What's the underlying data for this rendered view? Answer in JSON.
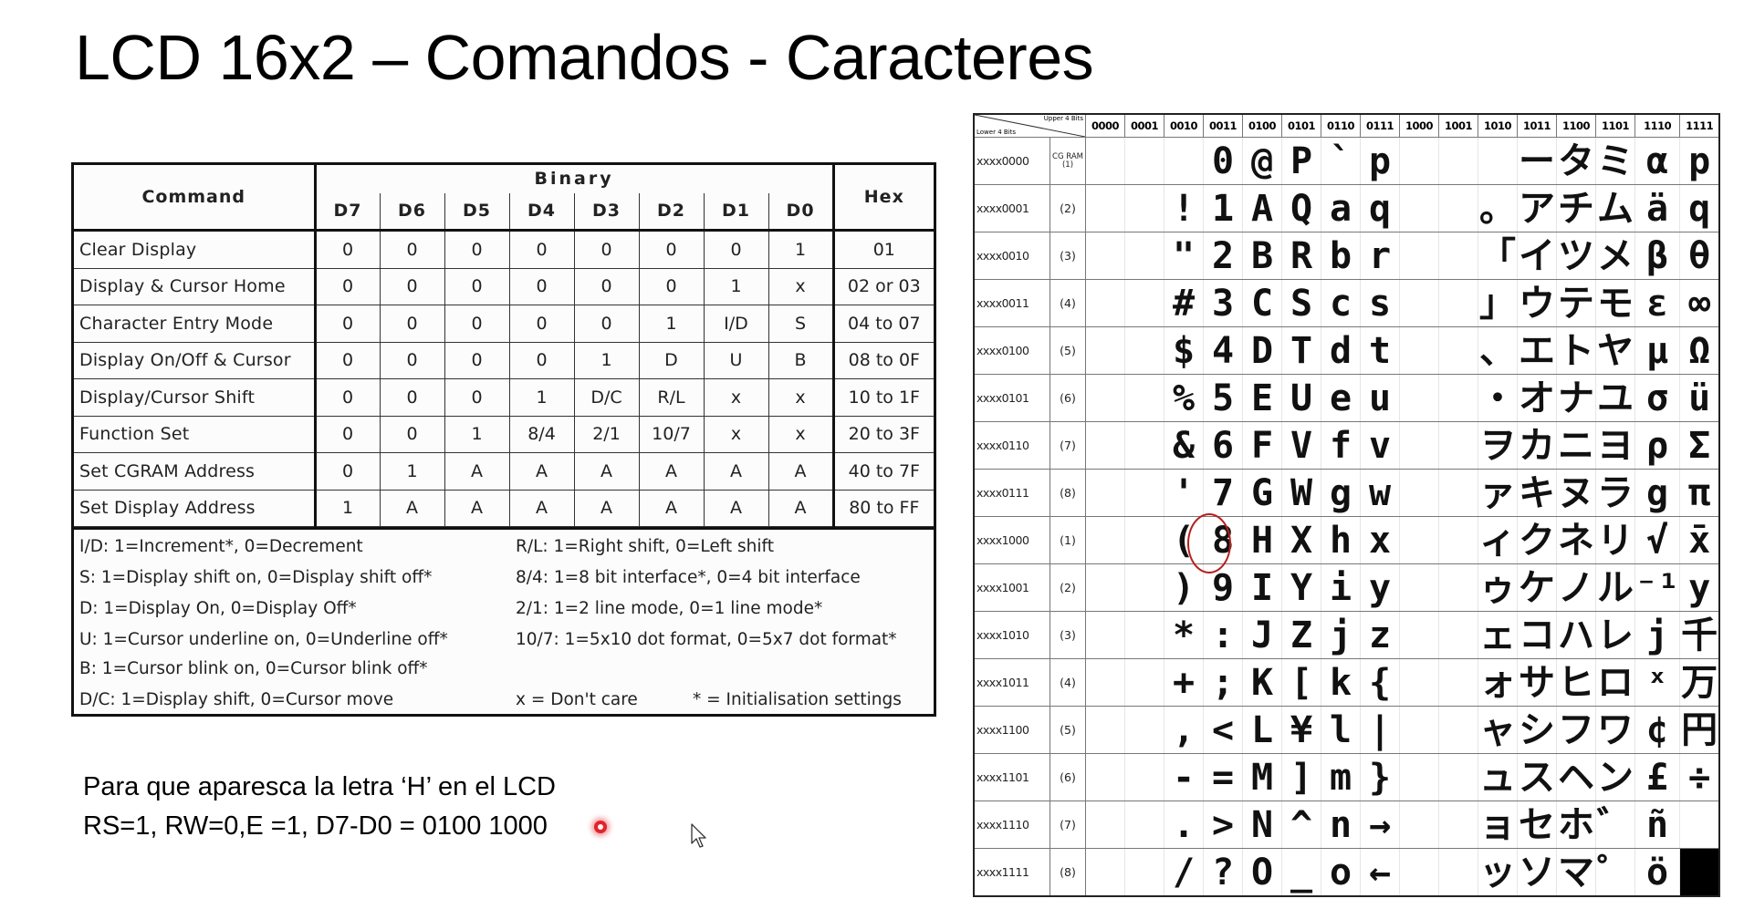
{
  "title": "LCD 16x2 – Comandos - Caracteres",
  "commands_table": {
    "header_command": "Command",
    "header_binary": "Binary",
    "header_hex": "Hex",
    "bits": [
      "D7",
      "D6",
      "D5",
      "D4",
      "D3",
      "D2",
      "D1",
      "D0"
    ],
    "rows": [
      {
        "name": "Clear Display",
        "bits": [
          "0",
          "0",
          "0",
          "0",
          "0",
          "0",
          "0",
          "1"
        ],
        "hex": "01"
      },
      {
        "name": "Display & Cursor Home",
        "bits": [
          "0",
          "0",
          "0",
          "0",
          "0",
          "0",
          "1",
          "x"
        ],
        "hex": "02 or 03"
      },
      {
        "name": "Character Entry Mode",
        "bits": [
          "0",
          "0",
          "0",
          "0",
          "0",
          "1",
          "I/D",
          "S"
        ],
        "hex": "04 to 07"
      },
      {
        "name": "Display On/Off & Cursor",
        "bits": [
          "0",
          "0",
          "0",
          "0",
          "1",
          "D",
          "U",
          "B"
        ],
        "hex": "08 to 0F"
      },
      {
        "name": "Display/Cursor Shift",
        "bits": [
          "0",
          "0",
          "0",
          "1",
          "D/C",
          "R/L",
          "x",
          "x"
        ],
        "hex": "10 to 1F"
      },
      {
        "name": "Function Set",
        "bits": [
          "0",
          "0",
          "1",
          "8/4",
          "2/1",
          "10/7",
          "x",
          "x"
        ],
        "hex": "20 to 3F"
      },
      {
        "name": "Set CGRAM Address",
        "bits": [
          "0",
          "1",
          "A",
          "A",
          "A",
          "A",
          "A",
          "A"
        ],
        "hex": "40 to 7F"
      },
      {
        "name": "Set Display Address",
        "bits": [
          "1",
          "A",
          "A",
          "A",
          "A",
          "A",
          "A",
          "A"
        ],
        "hex": "80 to FF"
      }
    ],
    "notes_left": [
      "I/D: 1=Increment*, 0=Decrement",
      "S: 1=Display shift on, 0=Display shift off*",
      "D: 1=Display On, 0=Display Off*",
      "U: 1=Cursor underline on, 0=Underline off*",
      "B: 1=Cursor blink on, 0=Cursor blink off*",
      "D/C: 1=Display shift, 0=Cursor move"
    ],
    "notes_right": [
      "R/L: 1=Right shift, 0=Left shift",
      "8/4: 1=8 bit interface*, 0=4 bit interface",
      "2/1: 1=2 line mode, 0=1 line mode*",
      "10/7: 1=5x10 dot format, 0=5x7 dot format*"
    ],
    "note_dont_care": "x = Don't care",
    "note_init": "* = Initialisation settings"
  },
  "caption": {
    "line1": "Para que aparesca  la letra ‘H’ en el LCD",
    "line2": "RS=1, RW=0,E =1, D7-D0 = 0100 1000"
  },
  "char_table": {
    "corner_upper": "Upper 4 Bits",
    "corner_lower": "Lower 4 Bits",
    "cgram_label": "CG RAM (1)",
    "columns": [
      "0000",
      "0001",
      "0010",
      "0011",
      "0100",
      "0101",
      "0110",
      "0111",
      "1000",
      "1001",
      "1010",
      "1011",
      "1100",
      "1101",
      "1110",
      "1111"
    ],
    "rows": [
      {
        "label": "xxxx0000",
        "ram": "",
        "chars": [
          "",
          "",
          "",
          "0",
          "@",
          "P",
          "`",
          "p",
          "",
          "",
          "",
          "ー",
          "タ",
          "ミ",
          "α",
          "p"
        ]
      },
      {
        "label": "xxxx0001",
        "ram": "(2)",
        "chars": [
          "",
          "",
          "!",
          "1",
          "A",
          "Q",
          "a",
          "q",
          "",
          "",
          "。",
          "ア",
          "チ",
          "ム",
          "ä",
          "q"
        ]
      },
      {
        "label": "xxxx0010",
        "ram": "(3)",
        "chars": [
          "",
          "",
          "\"",
          "2",
          "B",
          "R",
          "b",
          "r",
          "",
          "",
          "「",
          "イ",
          "ツ",
          "メ",
          "β",
          "θ"
        ]
      },
      {
        "label": "xxxx0011",
        "ram": "(4)",
        "chars": [
          "",
          "",
          "#",
          "3",
          "C",
          "S",
          "c",
          "s",
          "",
          "",
          "」",
          "ウ",
          "テ",
          "モ",
          "ε",
          "∞"
        ]
      },
      {
        "label": "xxxx0100",
        "ram": "(5)",
        "chars": [
          "",
          "",
          "$",
          "4",
          "D",
          "T",
          "d",
          "t",
          "",
          "",
          "、",
          "エ",
          "ト",
          "ヤ",
          "μ",
          "Ω"
        ]
      },
      {
        "label": "xxxx0101",
        "ram": "(6)",
        "chars": [
          "",
          "",
          "%",
          "5",
          "E",
          "U",
          "e",
          "u",
          "",
          "",
          "・",
          "オ",
          "ナ",
          "ユ",
          "σ",
          "ü"
        ]
      },
      {
        "label": "xxxx0110",
        "ram": "(7)",
        "chars": [
          "",
          "",
          "&",
          "6",
          "F",
          "V",
          "f",
          "v",
          "",
          "",
          "ヲ",
          "カ",
          "ニ",
          "ヨ",
          "ρ",
          "Σ"
        ]
      },
      {
        "label": "xxxx0111",
        "ram": "(8)",
        "chars": [
          "",
          "",
          "'",
          "7",
          "G",
          "W",
          "g",
          "w",
          "",
          "",
          "ァ",
          "キ",
          "ヌ",
          "ラ",
          "g",
          "π"
        ]
      },
      {
        "label": "xxxx1000",
        "ram": "(1)",
        "chars": [
          "",
          "",
          "(",
          "8",
          "H",
          "X",
          "h",
          "x",
          "",
          "",
          "ィ",
          "ク",
          "ネ",
          "リ",
          "√",
          "x̄"
        ]
      },
      {
        "label": "xxxx1001",
        "ram": "(2)",
        "chars": [
          "",
          "",
          ")",
          "9",
          "I",
          "Y",
          "i",
          "y",
          "",
          "",
          "ゥ",
          "ケ",
          "ノ",
          "ル",
          "⁻¹",
          "y"
        ]
      },
      {
        "label": "xxxx1010",
        "ram": "(3)",
        "chars": [
          "",
          "",
          "*",
          ":",
          "J",
          "Z",
          "j",
          "z",
          "",
          "",
          "ェ",
          "コ",
          "ハ",
          "レ",
          "j",
          "千"
        ]
      },
      {
        "label": "xxxx1011",
        "ram": "(4)",
        "chars": [
          "",
          "",
          "+",
          ";",
          "K",
          "[",
          "k",
          "{",
          "",
          "",
          "ォ",
          "サ",
          "ヒ",
          "ロ",
          "ˣ",
          "万"
        ]
      },
      {
        "label": "xxxx1100",
        "ram": "(5)",
        "chars": [
          "",
          "",
          ",",
          "<",
          "L",
          "¥",
          "l",
          "|",
          "",
          "",
          "ャ",
          "シ",
          "フ",
          "ワ",
          "¢",
          "円"
        ]
      },
      {
        "label": "xxxx1101",
        "ram": "(6)",
        "chars": [
          "",
          "",
          "-",
          "=",
          "M",
          "]",
          "m",
          "}",
          "",
          "",
          "ュ",
          "ス",
          "ヘ",
          "ン",
          "£",
          "÷"
        ]
      },
      {
        "label": "xxxx1110",
        "ram": "(7)",
        "chars": [
          "",
          "",
          ".",
          ">",
          "N",
          "^",
          "n",
          "→",
          "",
          "",
          "ョ",
          "セ",
          "ホ",
          "゛",
          "ñ",
          ""
        ]
      },
      {
        "label": "xxxx1111",
        "ram": "(8)",
        "chars": [
          "",
          "",
          "/",
          "?",
          "O",
          "_",
          "o",
          "←",
          "",
          "",
          "ッ",
          "ソ",
          "マ",
          "゜",
          "ö",
          "█"
        ]
      }
    ]
  }
}
